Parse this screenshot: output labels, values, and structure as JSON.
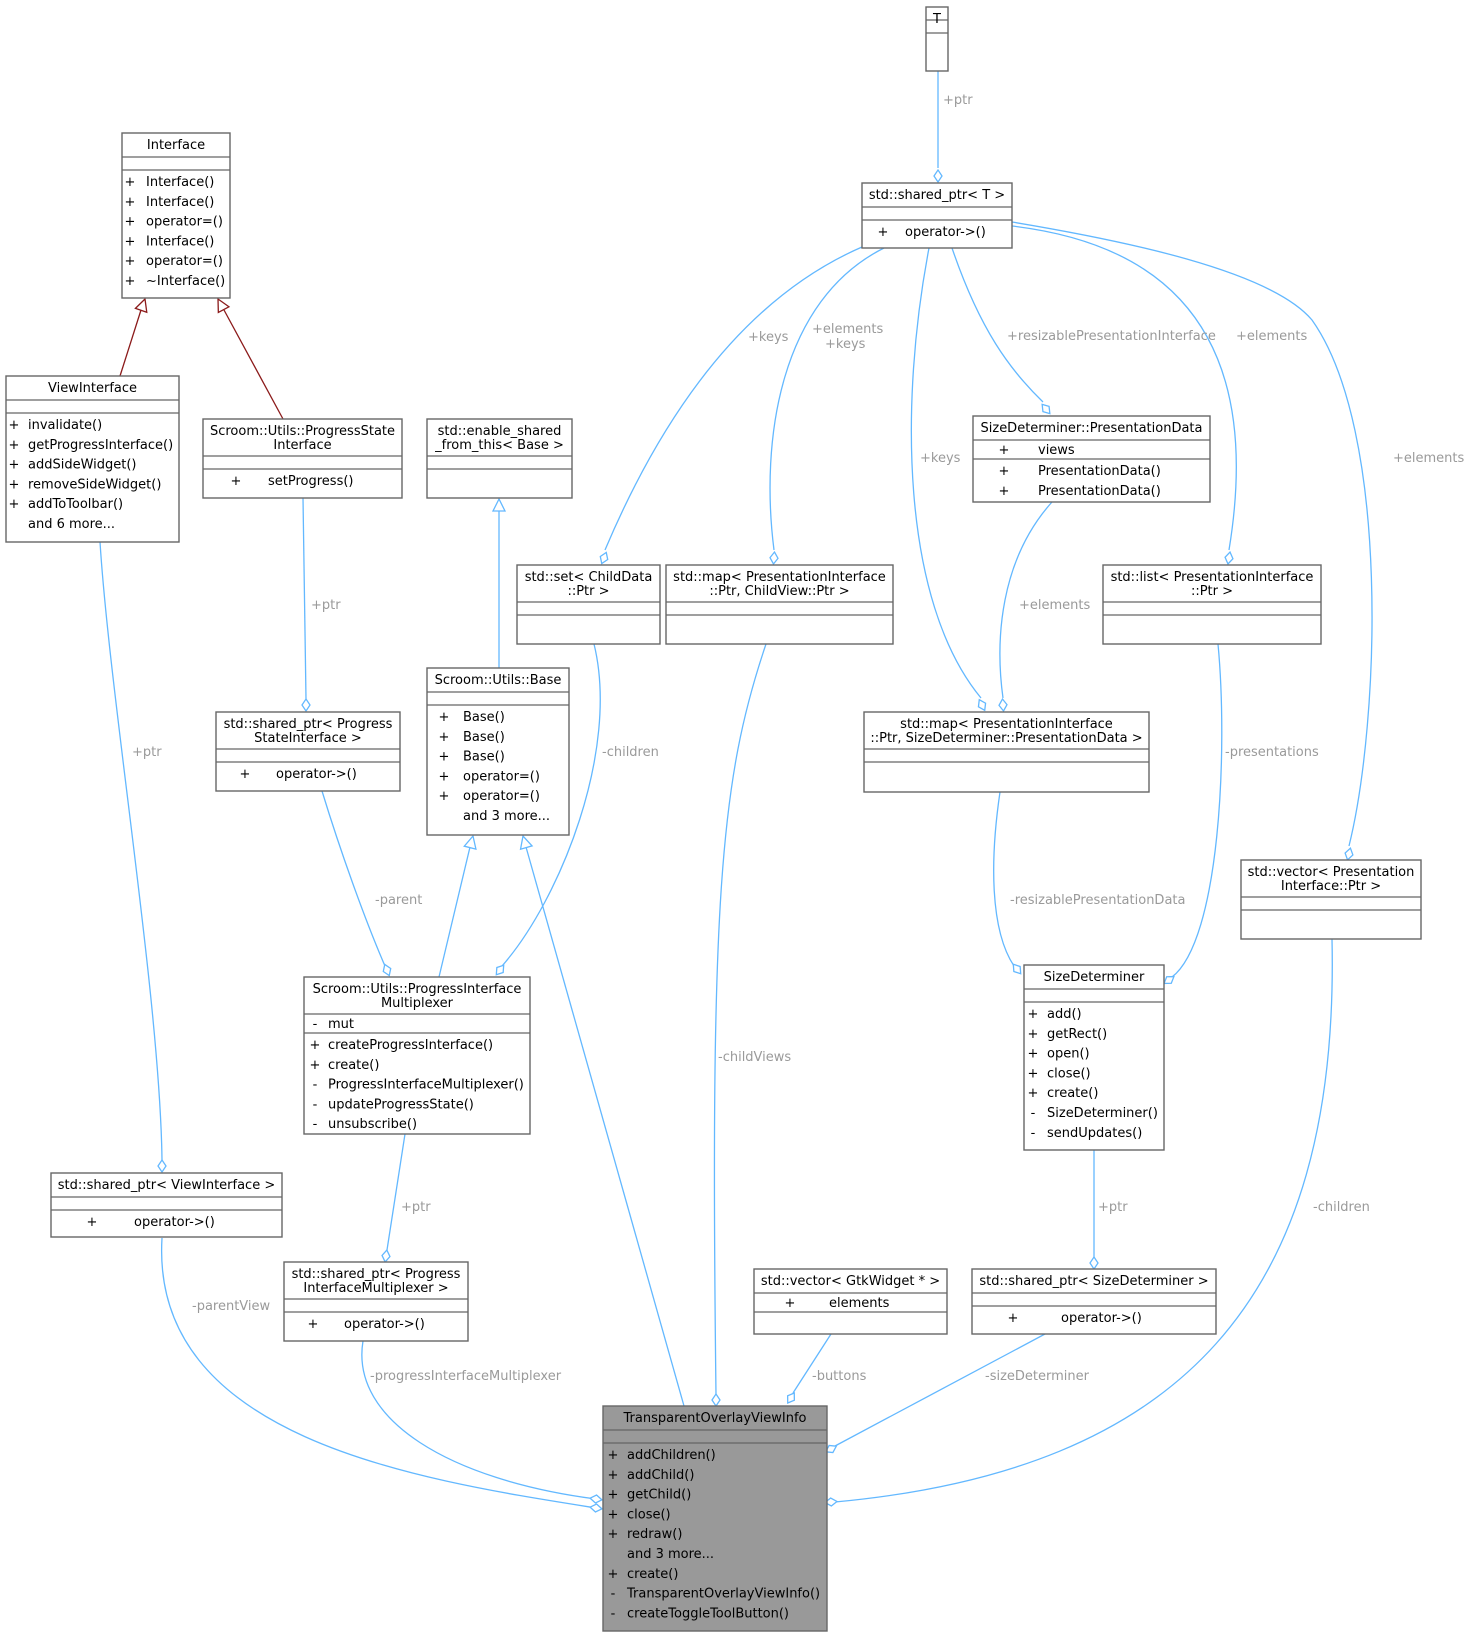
{
  "classes": {
    "t": {
      "name": [
        "T"
      ],
      "attributes": [],
      "methods": []
    },
    "shared_ptr_t": {
      "name": [
        "std::shared_ptr< T >"
      ],
      "attributes": [],
      "methods": [
        [
          "+",
          "operator->()"
        ]
      ]
    },
    "interface": {
      "name": [
        "Interface"
      ],
      "attributes": [],
      "methods": [
        [
          "+",
          "Interface()"
        ],
        [
          "+",
          "Interface()"
        ],
        [
          "+",
          "operator=()"
        ],
        [
          "+",
          "Interface()"
        ],
        [
          "+",
          "operator=()"
        ],
        [
          "+",
          "~Interface()"
        ]
      ]
    },
    "view_interface": {
      "name": [
        "ViewInterface"
      ],
      "attributes": [],
      "methods": [
        [
          "+",
          "invalidate()"
        ],
        [
          "+",
          "getProgressInterface()"
        ],
        [
          "+",
          "addSideWidget()"
        ],
        [
          "+",
          "removeSideWidget()"
        ],
        [
          "+",
          "addToToolbar()"
        ],
        [
          "",
          "and 6 more..."
        ]
      ]
    },
    "progress_state_interface": {
      "name": [
        "Scroom::Utils::ProgressState",
        "Interface"
      ],
      "attributes": [],
      "methods": [
        [
          "+",
          "setProgress()"
        ]
      ]
    },
    "enable_shared": {
      "name": [
        "std::enable_shared",
        "_from_this< Base >"
      ],
      "attributes": [],
      "methods": []
    },
    "set_childdata": {
      "name": [
        "std::set< ChildData",
        "::Ptr >"
      ],
      "attributes": [],
      "methods": []
    },
    "map_childview": {
      "name": [
        "std::map< PresentationInterface",
        "::Ptr, ChildView::Ptr >"
      ],
      "attributes": [],
      "methods": []
    },
    "presentation_data": {
      "name": [
        "SizeDeterminer::PresentationData"
      ],
      "attributes": [
        [
          "+",
          "views"
        ]
      ],
      "methods": [
        [
          "+",
          "PresentationData()"
        ],
        [
          "+",
          "PresentationData()"
        ]
      ]
    },
    "list_presentation": {
      "name": [
        "std::list< PresentationInterface",
        "::Ptr >"
      ],
      "attributes": [],
      "methods": []
    },
    "utils_base": {
      "name": [
        "Scroom::Utils::Base"
      ],
      "attributes": [],
      "methods": [
        [
          "+",
          "Base()"
        ],
        [
          "+",
          "Base()"
        ],
        [
          "+",
          "Base()"
        ],
        [
          "+",
          "operator=()"
        ],
        [
          "+",
          "operator=()"
        ],
        [
          "",
          "and 3 more..."
        ]
      ]
    },
    "shared_ptr_progress_state": {
      "name": [
        "std::shared_ptr< Progress",
        "StateInterface >"
      ],
      "attributes": [],
      "methods": [
        [
          "+",
          "operator->()"
        ]
      ]
    },
    "map_sizedet": {
      "name": [
        "std::map< PresentationInterface",
        "::Ptr, SizeDeterminer::PresentationData >"
      ],
      "attributes": [],
      "methods": []
    },
    "vector_presentation": {
      "name": [
        "std::vector< Presentation",
        "Interface::Ptr >"
      ],
      "attributes": [],
      "methods": []
    },
    "progress_multiplexer": {
      "name": [
        "Scroom::Utils::ProgressInterface",
        "Multiplexer"
      ],
      "attributes": [
        [
          "-",
          "mut"
        ]
      ],
      "methods": [
        [
          "+",
          "createProgressInterface()"
        ],
        [
          "+",
          "create()"
        ],
        [
          "-",
          "ProgressInterfaceMultiplexer()"
        ],
        [
          "-",
          "updateProgressState()"
        ],
        [
          "-",
          "unsubscribe()"
        ]
      ]
    },
    "size_determiner": {
      "name": [
        "SizeDeterminer"
      ],
      "attributes": [],
      "methods": [
        [
          "+",
          "add()"
        ],
        [
          "+",
          "getRect()"
        ],
        [
          "+",
          "open()"
        ],
        [
          "+",
          "close()"
        ],
        [
          "+",
          "create()"
        ],
        [
          "-",
          "SizeDeterminer()"
        ],
        [
          "-",
          "sendUpdates()"
        ]
      ]
    },
    "shared_ptr_view": {
      "name": [
        "std::shared_ptr< ViewInterface >"
      ],
      "attributes": [],
      "methods": [
        [
          "+",
          "operator->()"
        ]
      ]
    },
    "shared_ptr_multiplexer": {
      "name": [
        "std::shared_ptr< Progress",
        "InterfaceMultiplexer >"
      ],
      "attributes": [],
      "methods": [
        [
          "+",
          "operator->()"
        ]
      ]
    },
    "vector_gtk": {
      "name": [
        "std::vector< GtkWidget * >"
      ],
      "attributes": [
        [
          "+",
          "elements"
        ]
      ],
      "methods": []
    },
    "shared_ptr_sizedet": {
      "name": [
        "std::shared_ptr< SizeDeterminer >"
      ],
      "attributes": [],
      "methods": [
        [
          "+",
          "operator->()"
        ]
      ]
    },
    "overlay_info": {
      "name": [
        "TransparentOverlayViewInfo"
      ],
      "attributes": [],
      "methods": [
        [
          "+",
          "addChildren()"
        ],
        [
          "+",
          "addChild()"
        ],
        [
          "+",
          "getChild()"
        ],
        [
          "+",
          "close()"
        ],
        [
          "+",
          "redraw()"
        ],
        [
          "",
          "and 3 more..."
        ],
        [
          "+",
          "create()"
        ],
        [
          "-",
          "TransparentOverlayViewInfo()"
        ],
        [
          "-",
          "createToggleToolButton()"
        ]
      ]
    }
  },
  "edge_labels": {
    "t_ptr": "+ptr",
    "keys_a": "+keys",
    "elements_keys_1": "+elements",
    "elements_keys_2": "+keys",
    "resizable_interface": "+resizablePresentationInterface",
    "elements_list": "+elements",
    "elements_vector": "+elements",
    "keys_b": "+keys",
    "ptr_view": "+ptr",
    "ptr_progress": "+ptr",
    "elements_map": "+elements",
    "children_set": "-children",
    "presentations": "-presentations",
    "parent": "-parent",
    "resizable_data": "-resizablePresentationData",
    "child_views": "-childViews",
    "ptr_multiplexer": "+ptr",
    "ptr_sizedet": "+ptr",
    "children_vector": "-children",
    "parent_view": "-parentView",
    "progress_multiplexer": "-progressInterfaceMultiplexer",
    "buttons": "-buttons",
    "size_determiner": "-sizeDeterminer"
  }
}
